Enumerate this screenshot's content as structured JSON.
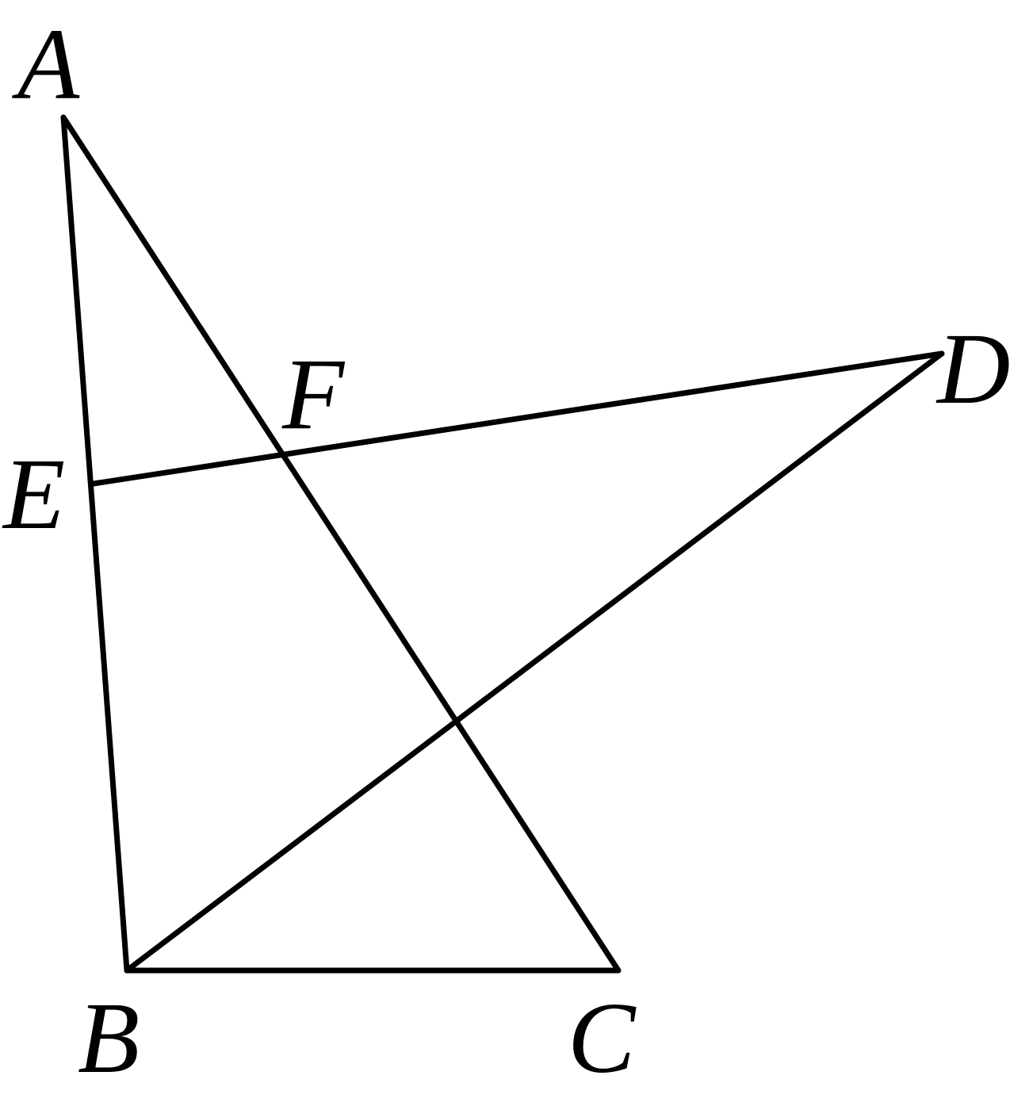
{
  "figure": {
    "points": {
      "A": "A",
      "B": "B",
      "C": "C",
      "D": "D",
      "E": "E",
      "F": "F"
    },
    "segments": [
      "AB",
      "AC",
      "BC",
      "BD",
      "ED"
    ]
  }
}
